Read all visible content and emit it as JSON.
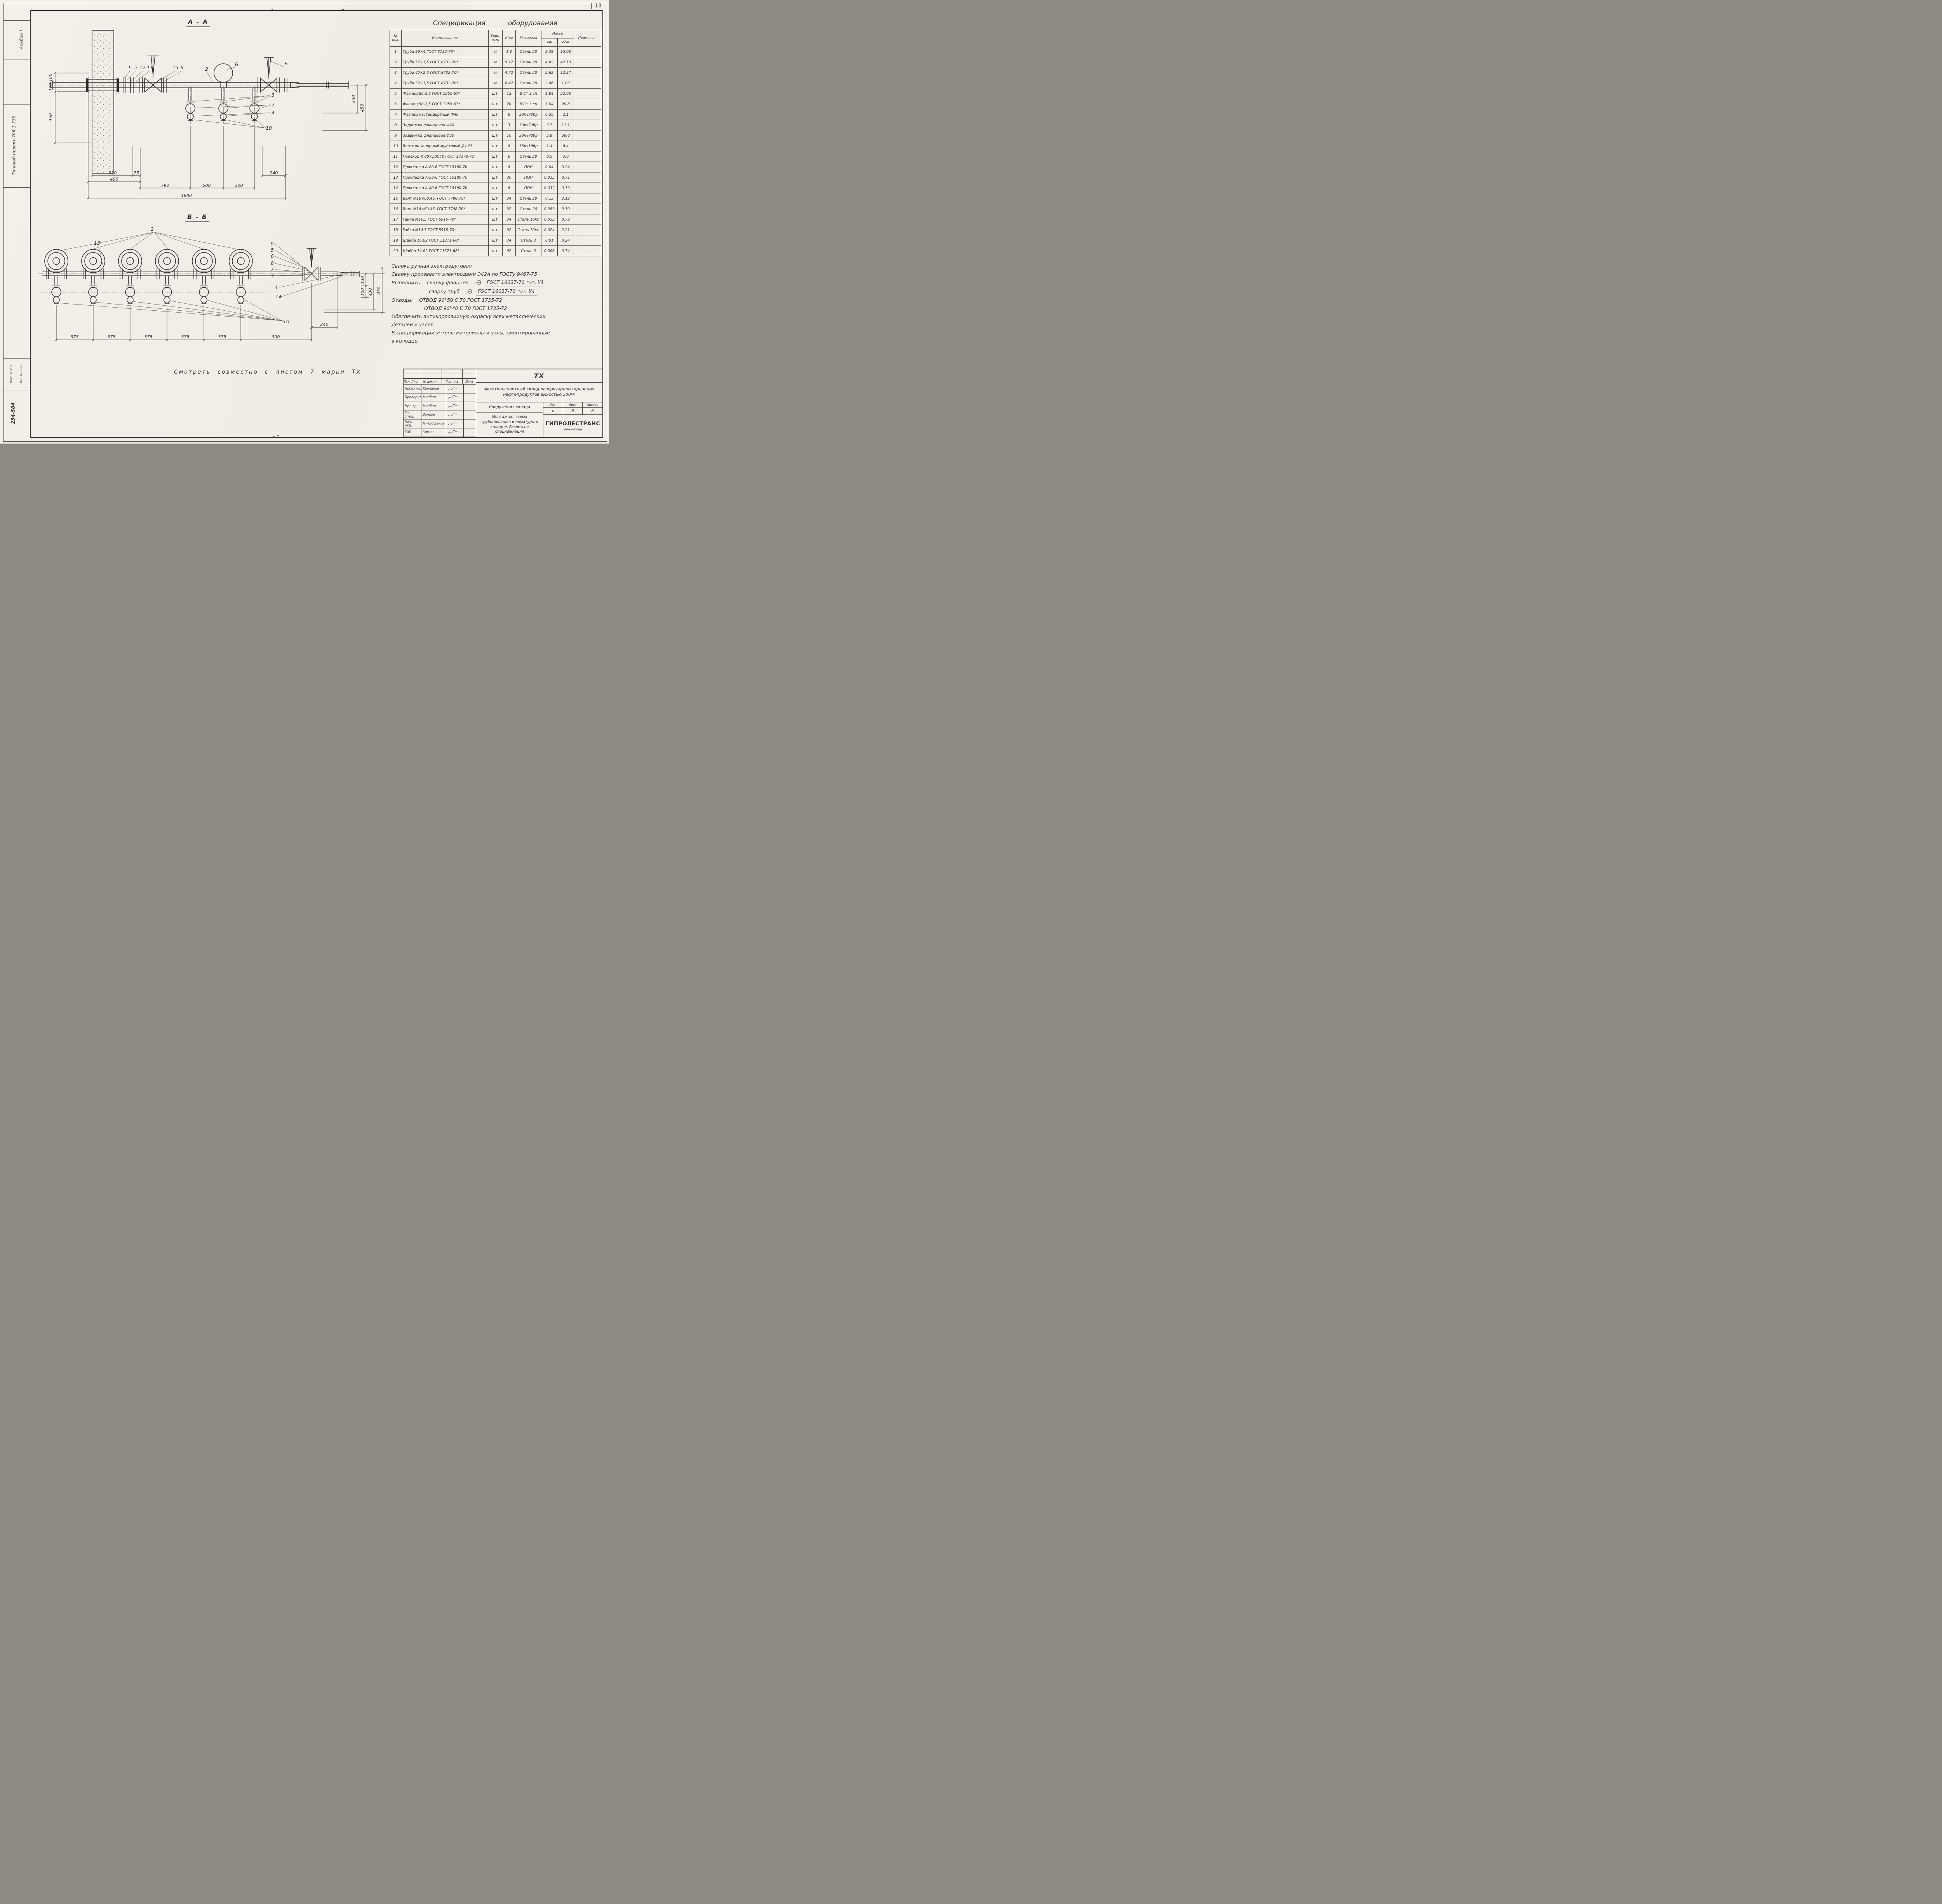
{
  "page": {
    "sheet_number": "13",
    "footer_note": "Смотреть совместно с листом 7 марки ТХ",
    "margin": {
      "album": "Альбом I",
      "project": "Типовой проект 704-1-73Б",
      "box_label_1": "Подп. и дата",
      "box_label_2": "Инв. № подл.",
      "stamp_number": "254-584"
    }
  },
  "section_a": {
    "title": "А - А",
    "callouts": {
      "c1": "1",
      "c5": "5",
      "c12": "12",
      "c11": "11",
      "c13": "13",
      "c9": "9",
      "c2": "2",
      "b_left": "Б",
      "b_right": "Б",
      "c3": "3",
      "c7": "7",
      "c4": "4",
      "c10": "10"
    },
    "dims": {
      "d310": "310",
      "d75": "75",
      "d490": "490",
      "d790": "790",
      "d500": "500",
      "d300": "300",
      "d240": "240",
      "d1800": "1800",
      "d100": "100",
      "d120": "120",
      "d450_left": "450",
      "d230": "230",
      "d450_right": "450"
    }
  },
  "section_b": {
    "title": "Б - Б",
    "callouts": {
      "c13": "13",
      "c2": "2",
      "c9": "9",
      "c5": "5",
      "c6": "6",
      "c8": "8",
      "c7": "7",
      "c3": "3",
      "c4": "4",
      "c14": "14",
      "c10": "10"
    },
    "dims": {
      "d375_1": "375",
      "d375_2": "375",
      "d375_3": "375",
      "d375_4": "375",
      "d375_5": "375",
      "d900": "900",
      "d240": "240",
      "d130": "130",
      "d100": "100",
      "d430": "430",
      "d450": "450"
    }
  },
  "spec_table": {
    "title_1": "Спецификация",
    "title_2": "оборудования",
    "headers": {
      "pos": "№ поз.",
      "name": "Наименование",
      "unit": "Един. изм.",
      "qty": "К-во",
      "material": "Материал",
      "mass": "Масса",
      "mass_unit": "ед.",
      "mass_total": "общ.",
      "note": "Примечан."
    },
    "rows": [
      {
        "pos": "1",
        "name": "Труба 89×4 ГОСТ 8732-70*",
        "unit": "м",
        "qty": "1.8",
        "material": "Сталь 20",
        "m1": "8.38",
        "m2": "15.08",
        "note": ""
      },
      {
        "pos": "2",
        "name": "Труба 57×3,5 ГОСТ 8732-70*",
        "unit": "м",
        "qty": "9.12",
        "material": "Сталь 20",
        "m1": "4.62",
        "m2": "42.13",
        "note": ""
      },
      {
        "pos": "3",
        "name": "Труба 45×2,5 ГОСТ 8732-70*",
        "unit": "м",
        "qty": "4.72",
        "material": "Сталь 20",
        "m1": "2.62",
        "m2": "12.37",
        "note": ""
      },
      {
        "pos": "4",
        "name": "Труба 32×3,5 ГОСТ 8732-70*",
        "unit": "м",
        "qty": "0.42",
        "material": "Сталь 20",
        "m1": "2.46",
        "m2": "1.03",
        "note": ""
      },
      {
        "pos": "5",
        "name": "Фланец 80-2,5 ГОСТ 1255-67*",
        "unit": "шт.",
        "qty": "12",
        "material": "В Ст 3 сп",
        "m1": "1.84",
        "m2": "22.08",
        "note": ""
      },
      {
        "pos": "6",
        "name": "Фланец 50-2,5 ГОСТ 1255-67*",
        "unit": "шт.",
        "qty": "20",
        "material": "В Ст 3 сп",
        "m1": "1.04",
        "m2": "20.8",
        "note": ""
      },
      {
        "pos": "7",
        "name": "Фланец нестандартный Ф40",
        "unit": "шт.",
        "qty": "6",
        "material": "30кч70бр",
        "m1": "0.35",
        "m2": "2.1",
        "note": ""
      },
      {
        "pos": "8",
        "name": "Задвижка фланцевая Ф40",
        "unit": "шт.",
        "qty": "3",
        "material": "30кч70бр",
        "m1": "3.7",
        "m2": "11.1",
        "note": ""
      },
      {
        "pos": "9",
        "name": "Задвижка фланцевая Ф50",
        "unit": "шт.",
        "qty": "10",
        "material": "30кч70бр",
        "m1": "5.8",
        "m2": "58.0",
        "note": ""
      },
      {
        "pos": "10",
        "name": "Вентиль запорный муфтовый Ду 25",
        "unit": "шт.",
        "qty": "6",
        "material": "15кч18бр",
        "m1": "1.4",
        "m2": "8.4",
        "note": ""
      },
      {
        "pos": "11",
        "name": "Переход К 80×50С40 ГОСТ 17378-72",
        "unit": "шт.",
        "qty": "6",
        "material": "Сталь 20",
        "m1": "0.5",
        "m2": "3.0",
        "note": ""
      },
      {
        "pos": "12",
        "name": "Прокладка А-80-6 ГОСТ 15180-70",
        "unit": "шт.",
        "qty": "6",
        "material": "ПОН",
        "m1": "0.04",
        "m2": "0.24",
        "note": ""
      },
      {
        "pos": "13",
        "name": "Прокладка А-50-6 ГОСТ 15180-70",
        "unit": "шт.",
        "qty": "20",
        "material": "ПОН",
        "m1": "0.035",
        "m2": "0.71",
        "note": ""
      },
      {
        "pos": "14",
        "name": "Прокладка А-40-6 ГОСТ 15180-70",
        "unit": "шт.",
        "qty": "6",
        "material": "ПОН",
        "m1": "0.032",
        "m2": "0.19",
        "note": ""
      },
      {
        "pos": "15",
        "name": "Болт М16×60.46. ГОСТ 7798-70*",
        "unit": "шт.",
        "qty": "24",
        "material": "Сталь 20",
        "m1": "0.13",
        "m2": "3.12",
        "note": ""
      },
      {
        "pos": "16",
        "name": "Болт М14×60.46. ГОСТ 7798-70*",
        "unit": "шт.",
        "qty": "92",
        "material": "Сталь 20",
        "m1": "0.099",
        "m2": "9.10",
        "note": ""
      },
      {
        "pos": "17",
        "name": "Гайка М16.5 ГОСТ 5915-70*",
        "unit": "шт.",
        "qty": "24",
        "material": "Сталь 10кп",
        "m1": "0.033",
        "m2": "0.79",
        "note": ""
      },
      {
        "pos": "18",
        "name": "Гайка М14.5 ГОСТ 5915-70*",
        "unit": "шт.",
        "qty": "92",
        "material": "Сталь 10кп",
        "m1": "0.024",
        "m2": "2.21",
        "note": ""
      },
      {
        "pos": "19",
        "name": "Шайба 16.02 ГОСТ 11371-68*",
        "unit": "шт.",
        "qty": "24",
        "material": "Сталь 3",
        "m1": "0.01",
        "m2": "0.24",
        "note": ""
      },
      {
        "pos": "20",
        "name": "Шайба 14.02 ГОСТ 11371-68*",
        "unit": "шт.",
        "qty": "92",
        "material": "Сталь 3",
        "m1": "0.008",
        "m2": "0.74",
        "note": ""
      }
    ]
  },
  "notes": {
    "weld_1": "Сварка ручная электродуговая",
    "weld_2": "Сварку произвести электродами Э42А по ГОСТу 9467-75",
    "perform_label": "Выполнить:",
    "flanges_label": "сварку фланцев",
    "flanges_gost": "ГОСТ 16037-70",
    "flanges_mark": "У1",
    "pipes_label": "сварку труб",
    "pipes_gost": "ГОСТ 16037-70",
    "pipes_mark": "У4",
    "bends_label": "Отводы:",
    "bend_1": "ОТВОД 90°50 С 70  ГОСТ 1735-72",
    "bend_2": "ОТВОД 90°40 С 70  ГОСТ 1735-72",
    "paint_1": "Обеспечить антикоррозийную окраску всех металлических",
    "paint_2": "деталей и узлов",
    "included_1": "В спецификации учтены материалы и узлы, смонтированные",
    "included_2": "в колодце."
  },
  "title_block": {
    "header_cells": [
      "Изм.",
      "Лист",
      "№ докум.",
      "Подпись",
      "Дата"
    ],
    "sign_rows": [
      {
        "role": "Проектир.",
        "name": "Харлаков"
      },
      {
        "role": "Проверил",
        "name": "Миебал"
      },
      {
        "role": "Рук. гр.",
        "name": "Миебал"
      },
      {
        "role": "Гл. спец.",
        "name": "Волков"
      },
      {
        "role": "Нач. отд.",
        "name": "Митрофанов"
      },
      {
        "role": "ГИП",
        "name": "Зимин"
      }
    ],
    "doc_code": "ТХ",
    "project_title": "Автотранспортный склад резервуарного хранения нефтепродуктов емкостью 300м³",
    "object_title": "Сооружения склада",
    "sheet_title": "Монтажная схема трубопроводов и арматуры в колодце. Разрезы и спецификация",
    "lit_label": "Лит.",
    "lit_value": "р",
    "sheet_label": "Лист",
    "sheet_value": "8",
    "sheets_label": "Листов",
    "sheets_value": "8",
    "org_name": "ГИПРОЛЕСТРАНС",
    "org_city": "Ленинград"
  }
}
